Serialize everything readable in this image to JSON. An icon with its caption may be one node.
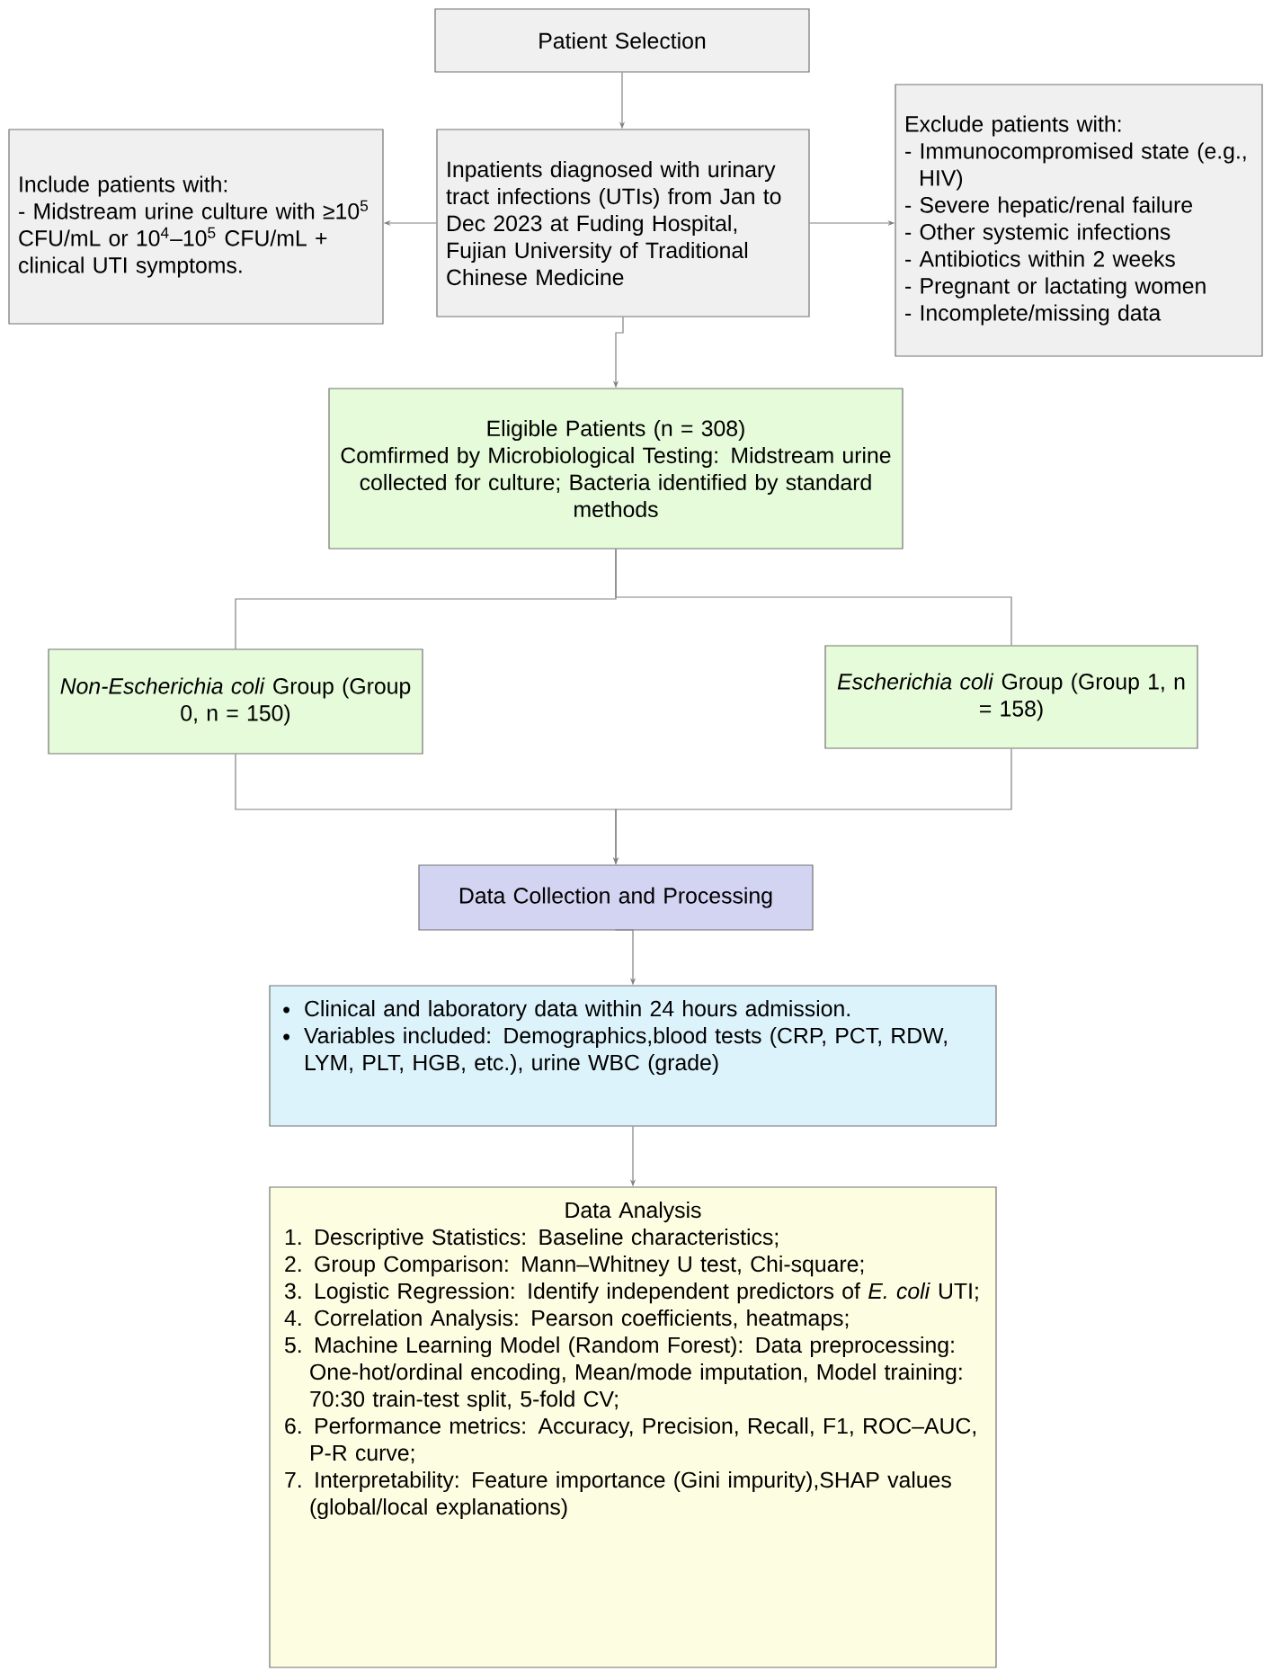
{
  "diagram": {
    "nodes": [
      {
        "text": [
          "Patient Selection"
        ]
      },
      {
        "text": [
          "Include patients with:",
          "- Midstream urine culture with ≥10$^{5}$ CFU/mL or 10$^{4}$–10$^{5}$ CFU/mL + clinical UTI symptoms."
        ]
      },
      {
        "text": [
          "Inpatients diagnosed with urinary tract infections (UTIs) from Jan to Dec 2023 at Fuding Hospital, Fujian University of Traditional Chinese Medicine"
        ]
      },
      {
        "text": [
          "Exclude patients with:",
          "- Immunocompromised state (e.g., HIV)",
          "- Severe hepatic/renal failure",
          "- Other systemic infections",
          "- Antibiotics within 2 weeks",
          "- Pregnant or lactating women",
          "- Incomplete/missing data"
        ]
      },
      {
        "text": [
          "Eligible Patients (n = 308)",
          "Comfirmed by Microbiological Testing: Midstream urine collected for culture; Bacteria identified by standard methods"
        ]
      },
      {
        "text": [
          "*Non-Escherichia coli* Group (Group 0, n = 150)"
        ]
      },
      {
        "text": [
          "*Escherichia coli* Group (Group 1, n = 158)"
        ]
      },
      {
        "text": [
          "Data Collection and Processing"
        ]
      },
      {
        "text": [
          "Clinical and laboratory data within 24 hours admission.",
          "Variables included: Demographics,blood tests (CRP, PCT, RDW, LYM, PLT, HGB, etc.), urine WBC (grade)"
        ]
      },
      {
        "text": [
          "Data Analysis",
          "1. Descriptive Statistics: Baseline characteristics;",
          "2. Group Comparison: Mann–Whitney U test, Chi-square;",
          "3. Logistic Regression: Identify independent predictors of *E. coli* UTI;",
          "4. Correlation Analysis: Pearson coefficients, heatmaps;",
          "5. Machine Learning Model (Random Forest): Data preprocessing: One-hot/ordinal encoding, Mean/mode imputation, Model training: 70:30 train-test split, 5-fold CV;",
          "6. Performance metrics: Accuracy, Precision, Recall, F1, ROC–AUC, P-R curve;",
          "7. Interpretability: Feature importance (Gini impurity),SHAP values (global/local explanations)"
        ]
      }
    ],
    "edges": [
      {
        "from": 0,
        "to": 2,
        "arrow": "to"
      },
      {
        "from": 2,
        "to": 1,
        "arrow": "to"
      },
      {
        "from": 2,
        "to": 3,
        "arrow": "to"
      },
      {
        "from": 2,
        "to": 4,
        "arrow": "to"
      },
      {
        "from": 4,
        "to": 5,
        "arrow": "none"
      },
      {
        "from": 4,
        "to": 6,
        "arrow": "none"
      },
      {
        "from": 5,
        "to": 7,
        "arrow": "to"
      },
      {
        "from": 6,
        "to": 7,
        "arrow": "to"
      },
      {
        "from": 7,
        "to": 8,
        "arrow": "to"
      },
      {
        "from": 8,
        "to": 9,
        "arrow": "to"
      }
    ]
  }
}
